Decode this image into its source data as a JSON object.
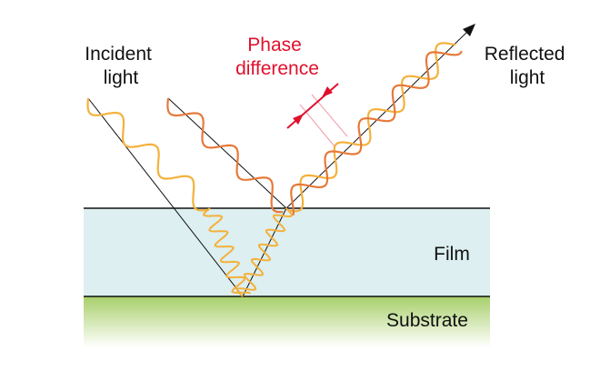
{
  "labels": {
    "incident": [
      "Incident",
      "light"
    ],
    "phase": [
      "Phase",
      "difference"
    ],
    "reflected": [
      "Reflected",
      "light"
    ],
    "film": "Film",
    "substrate": "Substrate"
  },
  "colors": {
    "film": "#ddeff0",
    "substrate_top": "#a7cf6a",
    "substrate_bottom": "#ffffff",
    "wave_light": "#f4b13c",
    "wave_dark": "#e6793a",
    "phase": "#e0102d",
    "ray": "#111111"
  }
}
